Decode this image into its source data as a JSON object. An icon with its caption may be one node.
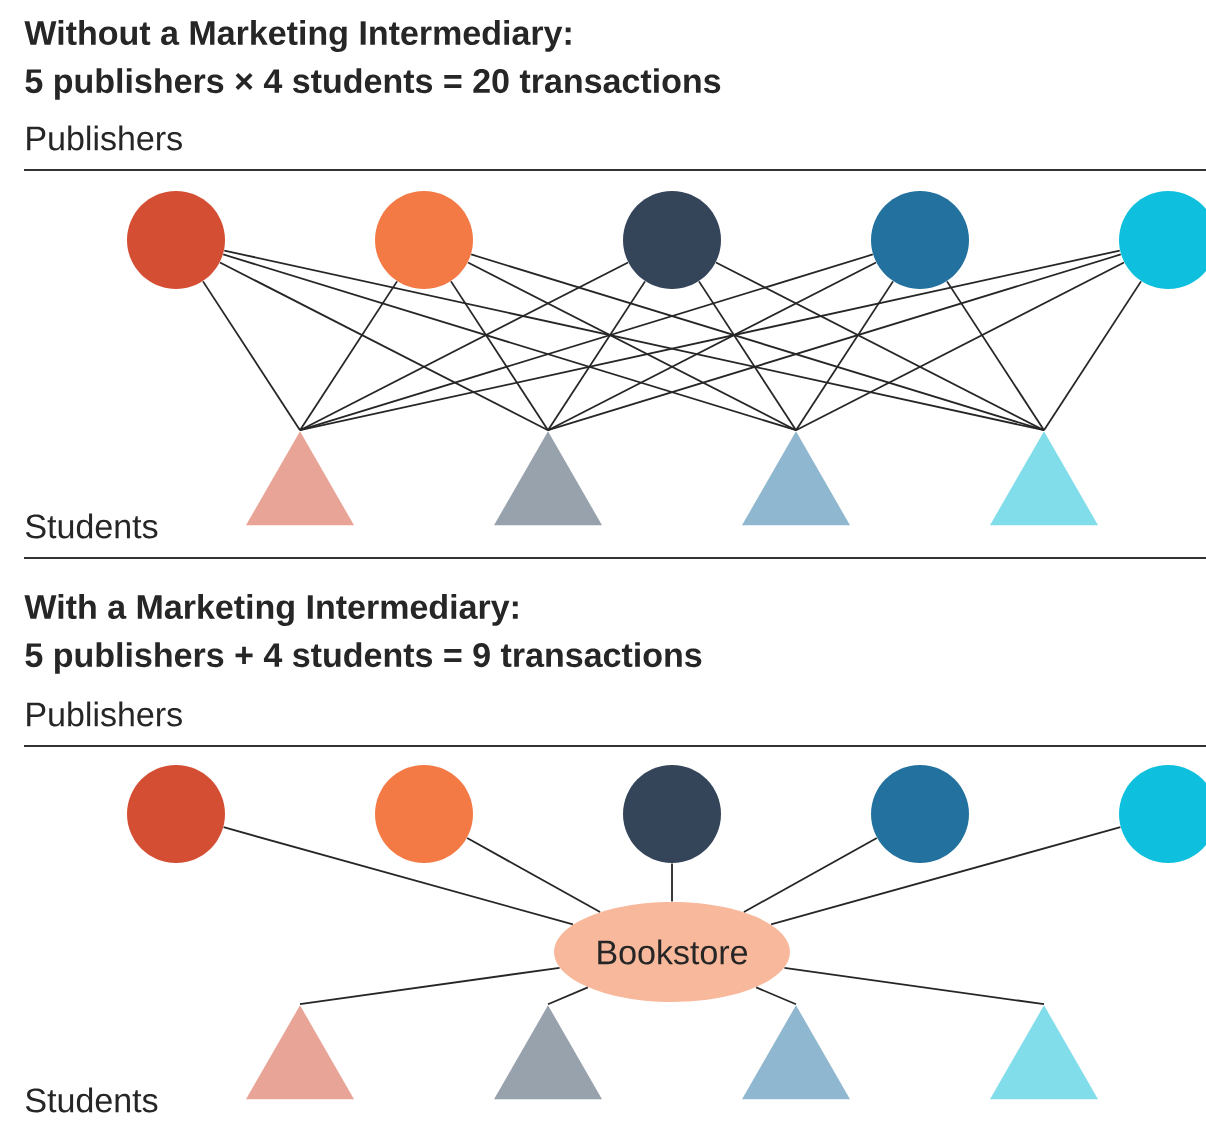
{
  "diagram": {
    "nodes": [
      {
        "text": [],
        "shape": "circle"
      },
      {
        "text": [],
        "shape": "circle"
      },
      {
        "text": [],
        "shape": "circle"
      },
      {
        "text": [],
        "shape": "circle"
      },
      {
        "text": [],
        "shape": "circle"
      },
      {
        "text": [],
        "shape": "triangle"
      },
      {
        "text": [],
        "shape": "triangle"
      },
      {
        "text": [],
        "shape": "triangle"
      },
      {
        "text": [],
        "shape": "triangle"
      },
      {
        "text": [],
        "shape": "circle"
      },
      {
        "text": [],
        "shape": "circle"
      },
      {
        "text": [],
        "shape": "circle"
      },
      {
        "text": [],
        "shape": "circle"
      },
      {
        "text": [],
        "shape": "circle"
      },
      {
        "text": [
          "Bookstore"
        ]
      },
      {
        "text": [],
        "shape": "triangle"
      },
      {
        "text": [],
        "shape": "triangle"
      },
      {
        "text": [],
        "shape": "triangle"
      },
      {
        "text": [],
        "shape": "triangle"
      }
    ],
    "edges": [
      {
        "from": 0,
        "to": 5,
        "arrow": "none"
      },
      {
        "from": 0,
        "to": 6,
        "arrow": "none"
      },
      {
        "from": 0,
        "to": 7,
        "arrow": "none"
      },
      {
        "from": 0,
        "to": 8,
        "arrow": "none"
      },
      {
        "from": 1,
        "to": 5,
        "arrow": "none"
      },
      {
        "from": 1,
        "to": 6,
        "arrow": "none"
      },
      {
        "from": 1,
        "to": 7,
        "arrow": "none"
      },
      {
        "from": 1,
        "to": 8,
        "arrow": "none"
      },
      {
        "from": 2,
        "to": 5,
        "arrow": "none"
      },
      {
        "from": 2,
        "to": 6,
        "arrow": "none"
      },
      {
        "from": 2,
        "to": 7,
        "arrow": "none"
      },
      {
        "from": 2,
        "to": 8,
        "arrow": "none"
      },
      {
        "from": 3,
        "to": 5,
        "arrow": "none"
      },
      {
        "from": 3,
        "to": 6,
        "arrow": "none"
      },
      {
        "from": 3,
        "to": 7,
        "arrow": "none"
      },
      {
        "from": 3,
        "to": 8,
        "arrow": "none"
      },
      {
        "from": 4,
        "to": 5,
        "arrow": "none"
      },
      {
        "from": 4,
        "to": 6,
        "arrow": "none"
      },
      {
        "from": 4,
        "to": 7,
        "arrow": "none"
      },
      {
        "from": 4,
        "to": 8,
        "arrow": "none"
      },
      {
        "from": 9,
        "to": 14,
        "arrow": "none"
      },
      {
        "from": 10,
        "to": 14,
        "arrow": "none"
      },
      {
        "from": 11,
        "to": 14,
        "arrow": "none"
      },
      {
        "from": 12,
        "to": 14,
        "arrow": "none"
      },
      {
        "from": 13,
        "to": 14,
        "arrow": "none"
      },
      {
        "from": 14,
        "to": 15,
        "arrow": "none"
      },
      {
        "from": 14,
        "to": 16,
        "arrow": "none"
      },
      {
        "from": 14,
        "to": 17,
        "arrow": "none"
      },
      {
        "from": 14,
        "to": 18,
        "arrow": "none"
      }
    ],
    "labels": [
      "Without a Marketing Intermediary:",
      "5 publishers × 4 students = 20 transactions",
      "Publishers",
      "Students",
      "With a Marketing Intermediary:",
      "5 publishers + 4 students = 9 transactions",
      "Publishers",
      "Students"
    ]
  }
}
